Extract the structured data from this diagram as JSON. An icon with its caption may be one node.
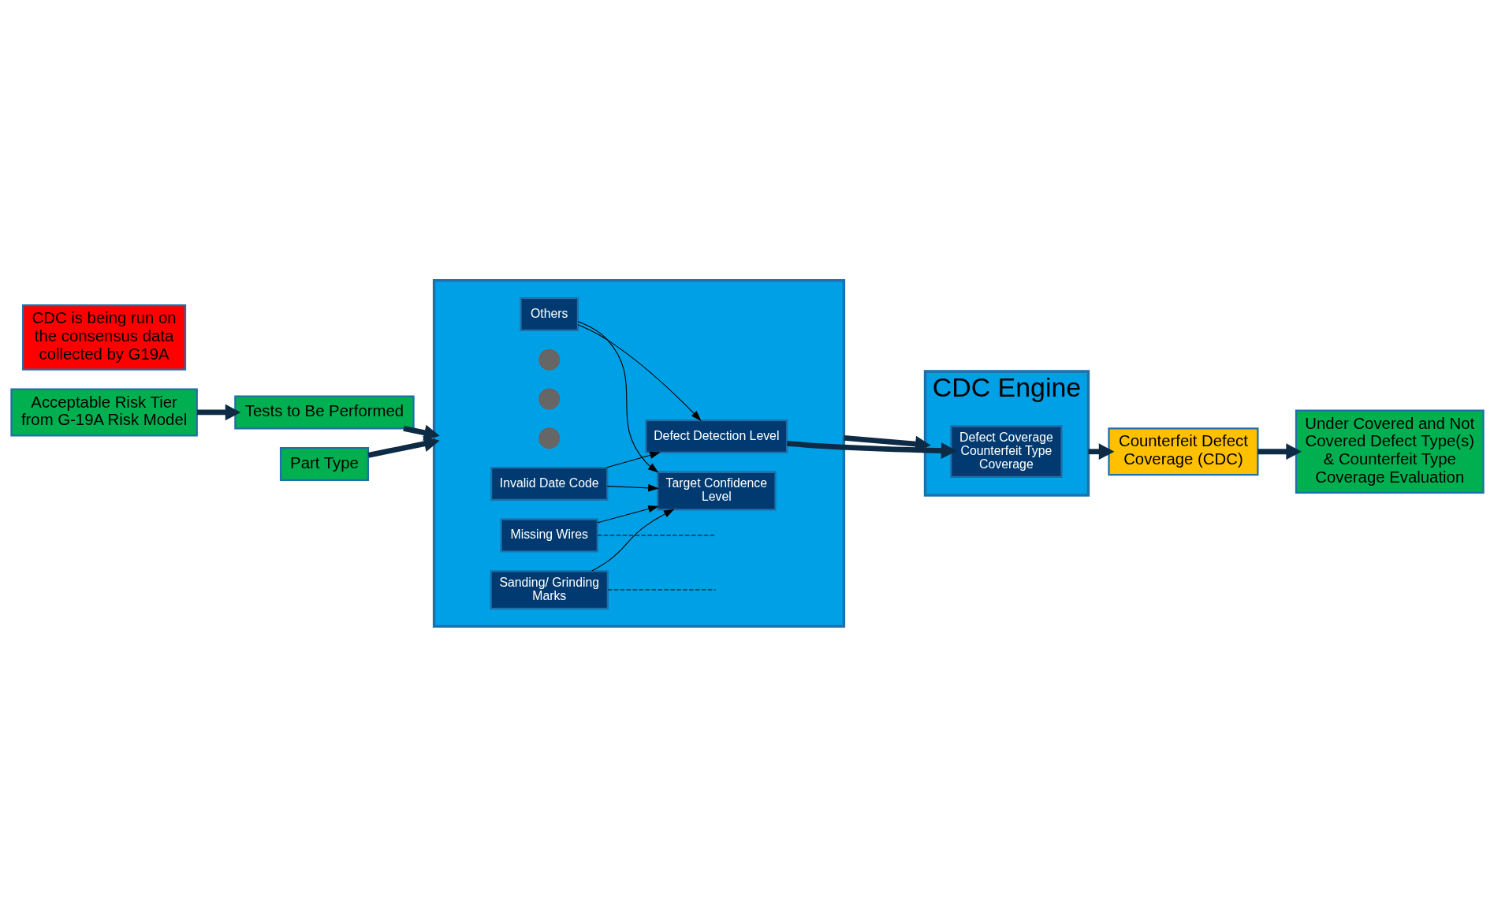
{
  "diagram": {
    "nodes": [
      {
        "text": [
          "Acceptable Risk Tier from G-19A Risk Model"
        ]
      },
      {
        "text": [
          "Tests to Be Performed"
        ]
      },
      {
        "text": [
          "Part Type"
        ]
      },
      {
        "text": [],
        "shape": "box"
      },
      {
        "text": [
          "Invalid Date Code"
        ],
        "in": 3
      },
      {
        "text": [
          "Sanding/ Grinding Marks"
        ],
        "in": 3
      },
      {
        "text": [
          "Missing Wires"
        ],
        "in": 3
      },
      {
        "text": [],
        "shape": "circle",
        "in": 3
      },
      {
        "text": [],
        "shape": "circle",
        "in": 3
      },
      {
        "text": [],
        "shape": "circle",
        "in": 3
      },
      {
        "text": [
          "Others"
        ],
        "in": 3
      },
      {
        "text": [
          "Target Confidence Level"
        ],
        "in": 3
      },
      {
        "text": [
          "Defect Detection Level"
        ],
        "in": 3
      },
      {
        "text": [
          "CDC is being run on the consensus data collected by G19A"
        ]
      },
      {
        "text": [
          "CDC Engine"
        ]
      },
      {
        "text": [
          "Defect Coverage",
          "Counterfeit Type Coverage"
        ],
        "in": 14
      },
      {
        "text": [
          "Counterfeit Defect Coverage (CDC)"
        ]
      },
      {
        "text": [
          "Under Covered and Not Covered Defect Type(s) & Counterfeit Type Coverage Evaluation"
        ]
      }
    ],
    "edges": [
      {
        "from": 0,
        "to": 1,
        "arrow": "to",
        "style": "thick",
        "color": "#0d2b45"
      },
      {
        "from": 1,
        "to": 3,
        "arrow": "to",
        "style": "thick",
        "color": "#0d2b45"
      },
      {
        "from": 2,
        "to": 3,
        "arrow": "to",
        "style": "thick",
        "color": "#0d2b45"
      },
      {
        "from": 4,
        "to": 11,
        "arrow": "to"
      },
      {
        "from": 4,
        "to": 12,
        "arrow": "to"
      },
      {
        "from": 5,
        "to": 11,
        "arrow": "to"
      },
      {
        "from": 5,
        "to": null,
        "arrow": "none",
        "style": "dashed"
      },
      {
        "from": 6,
        "to": 11,
        "arrow": "to"
      },
      {
        "from": 6,
        "to": null,
        "arrow": "none",
        "style": "dashed"
      },
      {
        "from": 10,
        "to": 11,
        "arrow": "to"
      },
      {
        "from": 10,
        "to": 12,
        "arrow": "to"
      },
      {
        "from": 3,
        "to": 14,
        "arrow": "to",
        "style": "thick",
        "color": "#0d2b45"
      },
      {
        "from": 12,
        "to": 15,
        "arrow": "to",
        "style": "thick",
        "color": "#0d2b45"
      },
      {
        "from": 14,
        "to": 16,
        "arrow": "to",
        "style": "thick",
        "color": "#0d2b45"
      },
      {
        "from": 16,
        "to": 17,
        "arrow": "to",
        "style": "thick",
        "color": "#0d2b45"
      }
    ]
  }
}
